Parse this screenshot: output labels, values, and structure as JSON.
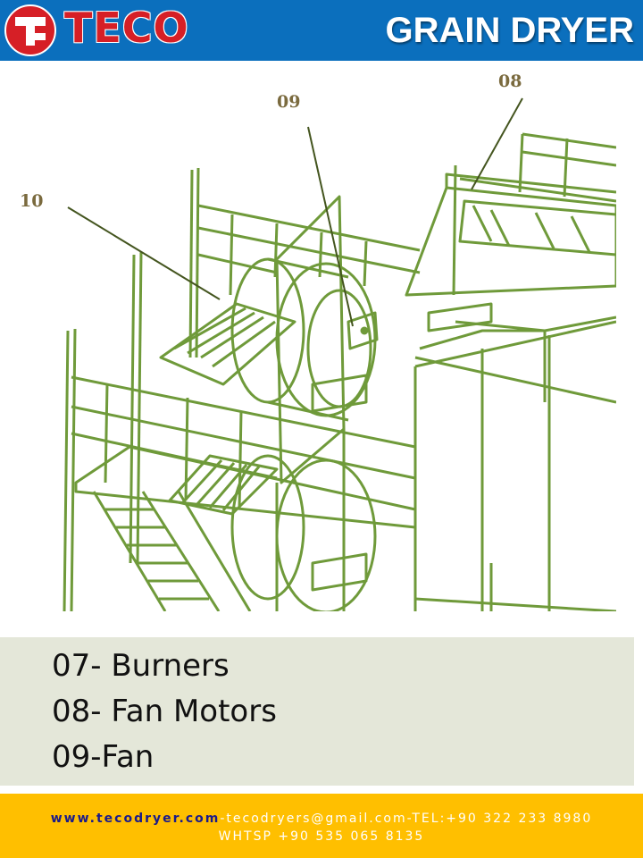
{
  "header": {
    "brand": "TECO",
    "title": "GRAIN DRYER",
    "colors": {
      "bar": "#0b6fbd",
      "logo_red": "#d61f26"
    }
  },
  "drawing": {
    "line_color": "#6f9a3a",
    "callouts": {
      "c08": "08",
      "c09": "09",
      "c10": "10"
    }
  },
  "legend": {
    "items": [
      "07- Burners",
      "08- Fan Motors",
      "09-Fan"
    ]
  },
  "footer": {
    "website": "www.tecodryer.com",
    "contact": "-tecodryers@gmail.com-TEL:+90 322 233 8980",
    "whatsapp": "WHTSP +90 535 065 8135",
    "color": "#ffbf00"
  }
}
